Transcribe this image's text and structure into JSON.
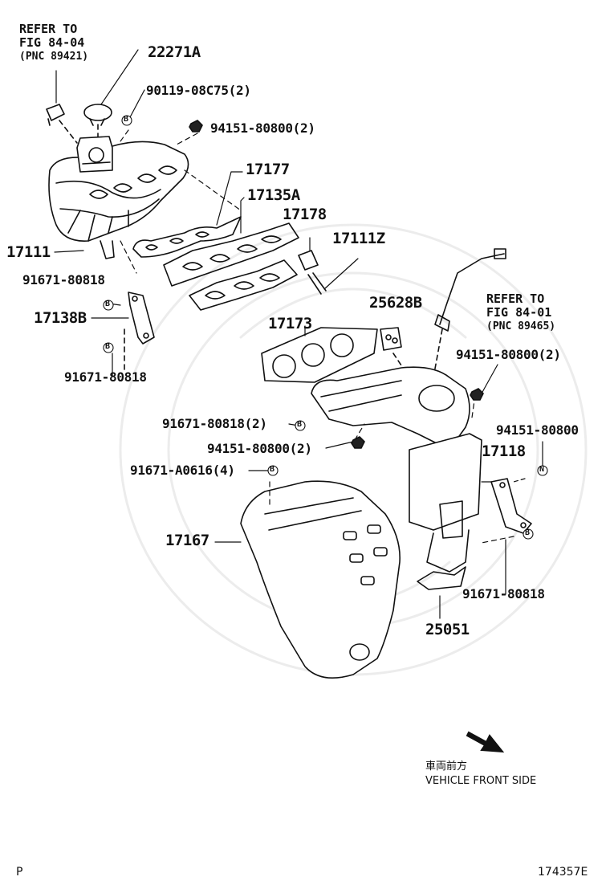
{
  "refs": [
    {
      "line1": "REFER TO",
      "line2": "FIG 84-04",
      "line3": "(PNC 89421)"
    },
    {
      "line1": "REFER TO",
      "line2": "FIG 84-01",
      "line3": "(PNC 89465)"
    }
  ],
  "parts": {
    "p22271A": "22271A",
    "p90119": "90119-08C75(2)",
    "p94151_2_top": "94151-80800(2)",
    "p17177": "17177",
    "p17135A": "17135A",
    "p17178": "17178",
    "p17111Z": "17111Z",
    "p17111": "17111",
    "p91671_a": "91671-80818",
    "p17138B": "17138B",
    "p91671_b": "91671-80818",
    "p25628B": "25628B",
    "p17173": "17173",
    "p94151_2_right": "94151-80800(2)",
    "p91671_2": "91671-80818(2)",
    "p94151_2_mid": "94151-80800(2)",
    "p91671A0616": "91671-A0616(4)",
    "p94151_right": "94151-80800",
    "p17118": "17118",
    "p17167": "17167",
    "p91671_c": "91671-80818",
    "p25051": "25051"
  },
  "markers": {
    "b": "B",
    "n": "N"
  },
  "direction": {
    "jp": "車両前方",
    "en": "VEHICLE FRONT SIDE"
  },
  "footer": {
    "left": "P",
    "right": "174357E"
  }
}
